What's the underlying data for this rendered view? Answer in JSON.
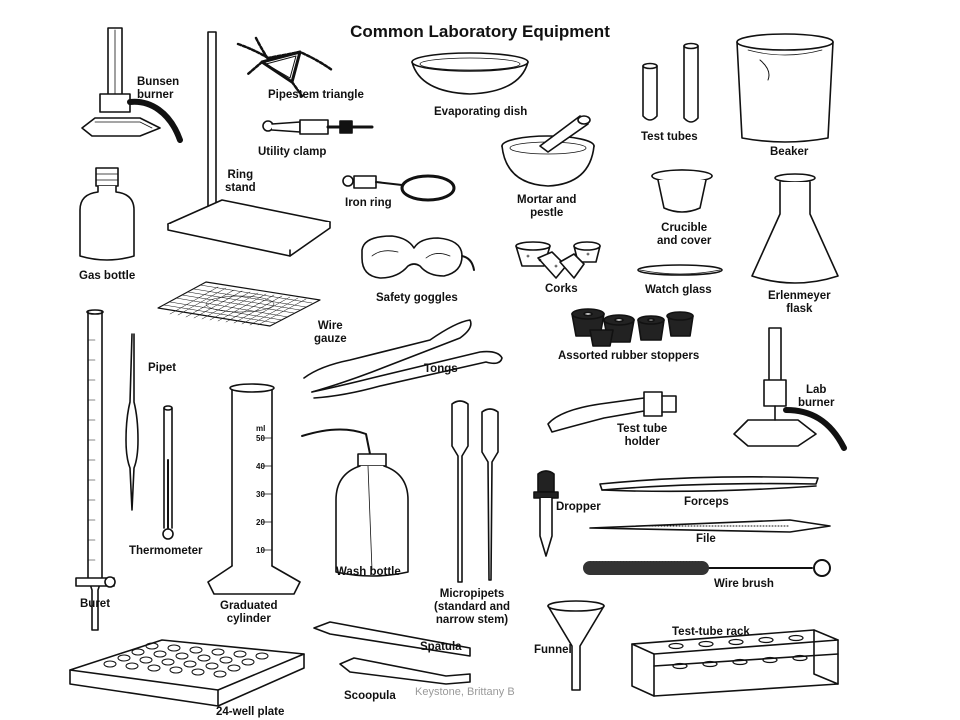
{
  "title": "Common Laboratory Equipment",
  "labels": {
    "bunsen_burner": "Bunsen\nburner",
    "pipestem_triangle": "Pipestem triangle",
    "evaporating_dish": "Evaporating dish",
    "test_tubes": "Test tubes",
    "beaker": "Beaker",
    "utility_clamp": "Utility clamp",
    "ring_stand": "Ring\nstand",
    "iron_ring": "Iron ring",
    "mortar_pestle": "Mortar and\npestle",
    "crucible_cover": "Crucible\nand cover",
    "gas_bottle": "Gas bottle",
    "safety_goggles": "Safety goggles",
    "corks": "Corks",
    "watch_glass": "Watch glass",
    "erlenmeyer_flask": "Erlenmeyer\nflask",
    "wire_gauze": "Wire\ngauze",
    "assorted_rubber_stoppers": "Assorted rubber stoppers",
    "pipet": "Pipet",
    "tongs": "Tongs",
    "lab_burner": "Lab\nburner",
    "test_tube_holder": "Test tube\nholder",
    "thermometer": "Thermometer",
    "dropper": "Dropper",
    "forceps": "Forceps",
    "file": "File",
    "wash_bottle": "Wash bottle",
    "wire_brush": "Wire brush",
    "buret": "Buret",
    "graduated_cylinder": "Graduated\ncylinder",
    "micropipets": "Micropipets\n(standard and\nnarrow stem)",
    "funnel": "Funnel",
    "test_tube_rack": "Test-tube rack",
    "spatula": "Spatula",
    "scoopula": "Scoopula",
    "well_plate": "24-well plate"
  },
  "cylinder_scale": [
    "50",
    "40",
    "30",
    "20",
    "10"
  ],
  "cylinder_unit": "ml",
  "watermark": "Keystone, Brittany B"
}
